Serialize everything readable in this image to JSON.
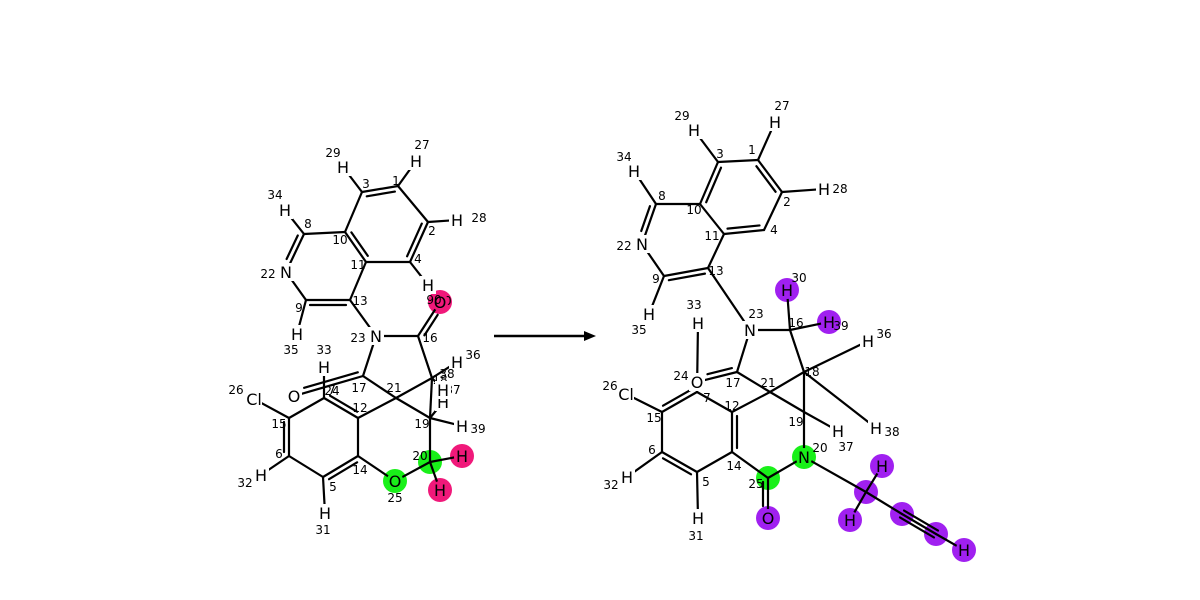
{
  "colors": {
    "ink": "#000000",
    "background": "#ffffff",
    "highlight_green": "#19f019",
    "highlight_pink": "#f0197a",
    "highlight_purple": "#a020f0"
  },
  "arrow": {
    "direction": "right"
  },
  "reactant": {
    "atoms": [
      {
        "id": "r_c1",
        "symbol": "",
        "index": "1",
        "hl": null
      },
      {
        "id": "r_c2",
        "symbol": "",
        "index": "2",
        "hl": null
      },
      {
        "id": "r_c3",
        "symbol": "",
        "index": "3",
        "hl": null
      },
      {
        "id": "r_c4",
        "symbol": "",
        "index": "4",
        "hl": null
      },
      {
        "id": "r_c5",
        "symbol": "",
        "index": "5",
        "hl": null
      },
      {
        "id": "r_c6",
        "symbol": "",
        "index": "6",
        "hl": null
      },
      {
        "id": "r_c7",
        "symbol": "",
        "index": "7",
        "hl": null
      },
      {
        "id": "r_c8",
        "symbol": "",
        "index": "8",
        "hl": null
      },
      {
        "id": "r_c9",
        "symbol": "",
        "index": "9",
        "hl": null
      },
      {
        "id": "r_c10",
        "symbol": "",
        "index": "10",
        "hl": null
      },
      {
        "id": "r_c11",
        "symbol": "",
        "index": "11",
        "hl": null
      },
      {
        "id": "r_c12",
        "symbol": "",
        "index": "12",
        "hl": null
      },
      {
        "id": "r_c13",
        "symbol": "",
        "index": "13",
        "hl": null
      },
      {
        "id": "r_c14",
        "symbol": "",
        "index": "14",
        "hl": null
      },
      {
        "id": "r_c15",
        "symbol": "",
        "index": "15",
        "hl": null
      },
      {
        "id": "r_c16",
        "symbol": "",
        "index": "16",
        "hl": null
      },
      {
        "id": "r_c17",
        "symbol": "",
        "index": "17",
        "hl": null
      },
      {
        "id": "r_c18",
        "symbol": "",
        "index": "18",
        "hl": null
      },
      {
        "id": "r_c19",
        "symbol": "",
        "index": "19",
        "hl": null
      },
      {
        "id": "r_c20",
        "symbol": "",
        "index": "20",
        "hl": "green"
      },
      {
        "id": "r_c21",
        "symbol": "",
        "index": "21",
        "hl": null
      },
      {
        "id": "r_n22",
        "symbol": "N",
        "index": "22",
        "hl": null
      },
      {
        "id": "r_n23",
        "symbol": "N",
        "index": "23",
        "hl": null
      },
      {
        "id": "r_o24",
        "symbol": "O",
        "index": "24",
        "hl": null
      },
      {
        "id": "r_o25",
        "symbol": "O",
        "index": "25",
        "hl": "green"
      },
      {
        "id": "r_cl26",
        "symbol": "Cl",
        "index": "26",
        "hl": null
      },
      {
        "id": "r_h27",
        "symbol": "H",
        "index": "27",
        "hl": null
      },
      {
        "id": "r_h28",
        "symbol": "H",
        "index": "28",
        "hl": null
      },
      {
        "id": "r_h29",
        "symbol": "H",
        "index": "29",
        "hl": null
      },
      {
        "id": "r_h30",
        "symbol": "H",
        "index": "30",
        "hl": null
      },
      {
        "id": "r_h31",
        "symbol": "H",
        "index": "31",
        "hl": null
      },
      {
        "id": "r_h32",
        "symbol": "H",
        "index": "32",
        "hl": null
      },
      {
        "id": "r_h33",
        "symbol": "H",
        "index": "33",
        "hl": null
      },
      {
        "id": "r_h34",
        "symbol": "H",
        "index": "34",
        "hl": null
      },
      {
        "id": "r_h35",
        "symbol": "H",
        "index": "35",
        "hl": null
      },
      {
        "id": "r_h36",
        "symbol": "H",
        "index": "36",
        "hl": null
      },
      {
        "id": "r_h37",
        "symbol": "H",
        "index": "37",
        "hl": null
      },
      {
        "id": "r_h38",
        "symbol": "H",
        "index": "38",
        "hl": null
      },
      {
        "id": "r_h39",
        "symbol": "H",
        "index": "39",
        "hl": null
      },
      {
        "id": "r_o90",
        "symbol": "O",
        "index": "90",
        "hl": "pink"
      },
      {
        "id": "r_hp1",
        "symbol": "H",
        "index": "",
        "hl": "pink"
      },
      {
        "id": "r_hp2",
        "symbol": "H",
        "index": "",
        "hl": "pink"
      }
    ],
    "bonds": [
      [
        "r_c1",
        "r_c2",
        1
      ],
      [
        "r_c2",
        "r_c4",
        2
      ],
      [
        "r_c4",
        "r_c11",
        1
      ],
      [
        "r_c11",
        "r_c10",
        2
      ],
      [
        "r_c10",
        "r_c3",
        1
      ],
      [
        "r_c3",
        "r_c1",
        2
      ],
      [
        "r_c10",
        "r_c8",
        1
      ],
      [
        "r_c8",
        "r_n22",
        2
      ],
      [
        "r_n22",
        "r_c9",
        1
      ],
      [
        "r_c9",
        "r_c13",
        2
      ],
      [
        "r_c13",
        "r_c11",
        1
      ],
      [
        "r_c13",
        "r_n23",
        1
      ],
      [
        "r_n23",
        "r_c16",
        1
      ],
      [
        "r_c16",
        "r_o90",
        2
      ],
      [
        "r_c16",
        "r_c18",
        1
      ],
      [
        "r_c18",
        "r_c21",
        1
      ],
      [
        "r_n23",
        "r_c17",
        1
      ],
      [
        "r_c17",
        "r_o24",
        2
      ],
      [
        "r_c17",
        "r_c21",
        1
      ],
      [
        "r_c21",
        "r_c19",
        1
      ],
      [
        "r_c18",
        "r_c19",
        1
      ],
      [
        "r_c21",
        "r_c12",
        1
      ],
      [
        "r_c12",
        "r_c7",
        2
      ],
      [
        "r_c7",
        "r_c15",
        1
      ],
      [
        "r_c15",
        "r_c6",
        2
      ],
      [
        "r_c6",
        "r_c5",
        1
      ],
      [
        "r_c5",
        "r_c14",
        2
      ],
      [
        "r_c14",
        "r_c12",
        1
      ],
      [
        "r_c14",
        "r_o25",
        1
      ],
      [
        "r_o25",
        "r_c20",
        1
      ],
      [
        "r_c20",
        "r_c19",
        1
      ],
      [
        "r_c15",
        "r_cl26",
        1
      ],
      [
        "r_c1",
        "r_h27",
        1
      ],
      [
        "r_c2",
        "r_h28",
        1
      ],
      [
        "r_c3",
        "r_h29",
        1
      ],
      [
        "r_c4",
        "r_h30",
        1
      ],
      [
        "r_c5",
        "r_h31",
        1
      ],
      [
        "r_c6",
        "r_h32",
        1
      ],
      [
        "r_c7",
        "r_h33",
        1
      ],
      [
        "r_c8",
        "r_h34",
        1
      ],
      [
        "r_c9",
        "r_h35",
        1
      ],
      [
        "r_c18",
        "r_h36",
        1
      ],
      [
        "r_c19",
        "r_h37",
        1
      ],
      [
        "r_c18",
        "r_h38",
        1
      ],
      [
        "r_c19",
        "r_h39",
        1
      ],
      [
        "r_c20",
        "r_hp1",
        1
      ],
      [
        "r_c20",
        "r_hp2",
        1
      ]
    ]
  },
  "product": {
    "atoms": [
      {
        "id": "p_c1",
        "symbol": "",
        "index": "1",
        "hl": null
      },
      {
        "id": "p_c2",
        "symbol": "",
        "index": "2",
        "hl": null
      },
      {
        "id": "p_c3",
        "symbol": "",
        "index": "3",
        "hl": null
      },
      {
        "id": "p_c4",
        "symbol": "",
        "index": "4",
        "hl": null
      },
      {
        "id": "p_c5",
        "symbol": "",
        "index": "5",
        "hl": null
      },
      {
        "id": "p_c6",
        "symbol": "",
        "index": "6",
        "hl": null
      },
      {
        "id": "p_c7",
        "symbol": "",
        "index": "7",
        "hl": null
      },
      {
        "id": "p_c8",
        "symbol": "",
        "index": "8",
        "hl": null
      },
      {
        "id": "p_c9",
        "symbol": "",
        "index": "9",
        "hl": null
      },
      {
        "id": "p_c10",
        "symbol": "",
        "index": "10",
        "hl": null
      },
      {
        "id": "p_c11",
        "symbol": "",
        "index": "11",
        "hl": null
      },
      {
        "id": "p_c12",
        "symbol": "",
        "index": "12",
        "hl": null
      },
      {
        "id": "p_c13",
        "symbol": "",
        "index": "13",
        "hl": null
      },
      {
        "id": "p_c14",
        "symbol": "",
        "index": "14",
        "hl": null
      },
      {
        "id": "p_c15",
        "symbol": "",
        "index": "15",
        "hl": null
      },
      {
        "id": "p_c16",
        "symbol": "",
        "index": "16",
        "hl": null
      },
      {
        "id": "p_c17",
        "symbol": "",
        "index": "17",
        "hl": null
      },
      {
        "id": "p_c18",
        "symbol": "",
        "index": "18",
        "hl": null
      },
      {
        "id": "p_c19",
        "symbol": "",
        "index": "19",
        "hl": null
      },
      {
        "id": "p_n20",
        "symbol": "N",
        "index": "20",
        "hl": "green"
      },
      {
        "id": "p_c21",
        "symbol": "",
        "index": "21",
        "hl": null
      },
      {
        "id": "p_n22",
        "symbol": "N",
        "index": "22",
        "hl": null
      },
      {
        "id": "p_n23",
        "symbol": "N",
        "index": "23",
        "hl": null
      },
      {
        "id": "p_o24",
        "symbol": "O",
        "index": "24",
        "hl": null
      },
      {
        "id": "p_c25",
        "symbol": "",
        "index": "25",
        "hl": "green"
      },
      {
        "id": "p_cl26",
        "symbol": "Cl",
        "index": "26",
        "hl": null
      },
      {
        "id": "p_h27",
        "symbol": "H",
        "index": "27",
        "hl": null
      },
      {
        "id": "p_h28",
        "symbol": "H",
        "index": "28",
        "hl": null
      },
      {
        "id": "p_h29",
        "symbol": "H",
        "index": "29",
        "hl": null
      },
      {
        "id": "p_h30",
        "symbol": "H",
        "index": "30",
        "hl": "purple"
      },
      {
        "id": "p_h31",
        "symbol": "H",
        "index": "31",
        "hl": null
      },
      {
        "id": "p_h32",
        "symbol": "H",
        "index": "32",
        "hl": null
      },
      {
        "id": "p_h33",
        "symbol": "H",
        "index": "33",
        "hl": null
      },
      {
        "id": "p_h34",
        "symbol": "H",
        "index": "34",
        "hl": null
      },
      {
        "id": "p_h35",
        "symbol": "H",
        "index": "35",
        "hl": null
      },
      {
        "id": "p_h36",
        "symbol": "H",
        "index": "36",
        "hl": null
      },
      {
        "id": "p_h37",
        "symbol": "H",
        "index": "37",
        "hl": null
      },
      {
        "id": "p_h38",
        "symbol": "H",
        "index": "38",
        "hl": null
      },
      {
        "id": "p_h39",
        "symbol": "H",
        "index": "39",
        "hl": "purple"
      },
      {
        "id": "p_o26",
        "symbol": "O",
        "index": "",
        "hl": "purple"
      },
      {
        "id": "p_cm",
        "symbol": "",
        "index": "",
        "hl": "purple"
      },
      {
        "id": "p_hm1",
        "symbol": "H",
        "index": "",
        "hl": "purple"
      },
      {
        "id": "p_hm2",
        "symbol": "H",
        "index": "",
        "hl": "purple"
      },
      {
        "id": "p_ca",
        "symbol": "",
        "index": "",
        "hl": "purple"
      },
      {
        "id": "p_cb",
        "symbol": "",
        "index": "",
        "hl": "purple"
      },
      {
        "id": "p_ht",
        "symbol": "H",
        "index": "",
        "hl": "purple"
      }
    ],
    "bonds": [
      [
        "p_c1",
        "p_c2",
        2
      ],
      [
        "p_c2",
        "p_c4",
        1
      ],
      [
        "p_c4",
        "p_c11",
        2
      ],
      [
        "p_c11",
        "p_c10",
        1
      ],
      [
        "p_c10",
        "p_c3",
        2
      ],
      [
        "p_c3",
        "p_c1",
        1
      ],
      [
        "p_c10",
        "p_c8",
        1
      ],
      [
        "p_c8",
        "p_n22",
        2
      ],
      [
        "p_n22",
        "p_c9",
        1
      ],
      [
        "p_c9",
        "p_c13",
        2
      ],
      [
        "p_c13",
        "p_c11",
        1
      ],
      [
        "p_c13",
        "p_n23",
        1
      ],
      [
        "p_n23",
        "p_c16",
        1
      ],
      [
        "p_c16",
        "p_c18",
        1
      ],
      [
        "p_n23",
        "p_c17",
        1
      ],
      [
        "p_c17",
        "p_o24",
        2
      ],
      [
        "p_c17",
        "p_c21",
        1
      ],
      [
        "p_c21",
        "p_c18",
        1
      ],
      [
        "p_c21",
        "p_c19",
        1
      ],
      [
        "p_c18",
        "p_c19",
        1
      ],
      [
        "p_c21",
        "p_c12",
        1
      ],
      [
        "p_c12",
        "p_c7",
        1
      ],
      [
        "p_c7",
        "p_c15",
        2
      ],
      [
        "p_c15",
        "p_c6",
        1
      ],
      [
        "p_c6",
        "p_c5",
        2
      ],
      [
        "p_c5",
        "p_c14",
        1
      ],
      [
        "p_c14",
        "p_c12",
        2
      ],
      [
        "p_c14",
        "p_c25",
        1
      ],
      [
        "p_c25",
        "p_o26",
        2
      ],
      [
        "p_c25",
        "p_n20",
        1
      ],
      [
        "p_n20",
        "p_c19",
        1
      ],
      [
        "p_c15",
        "p_cl26",
        1
      ],
      [
        "p_n20",
        "p_cm",
        1
      ],
      [
        "p_cm",
        "p_hm1",
        1
      ],
      [
        "p_cm",
        "p_hm2",
        1
      ],
      [
        "p_cm",
        "p_ca",
        1
      ],
      [
        "p_ca",
        "p_cb",
        3
      ],
      [
        "p_cb",
        "p_ht",
        1
      ],
      [
        "p_c1",
        "p_h27",
        1
      ],
      [
        "p_c2",
        "p_h28",
        1
      ],
      [
        "p_c3",
        "p_h29",
        1
      ],
      [
        "p_c16",
        "p_h30",
        1
      ],
      [
        "p_c5",
        "p_h31",
        1
      ],
      [
        "p_c6",
        "p_h32",
        1
      ],
      [
        "p_c7",
        "p_h33",
        1
      ],
      [
        "p_c8",
        "p_h34",
        1
      ],
      [
        "p_c9",
        "p_h35",
        1
      ],
      [
        "p_c18",
        "p_h36",
        1
      ],
      [
        "p_c19",
        "p_h37",
        1
      ],
      [
        "p_c18",
        "p_h38",
        1
      ],
      [
        "p_c16",
        "p_h39",
        1
      ]
    ]
  }
}
